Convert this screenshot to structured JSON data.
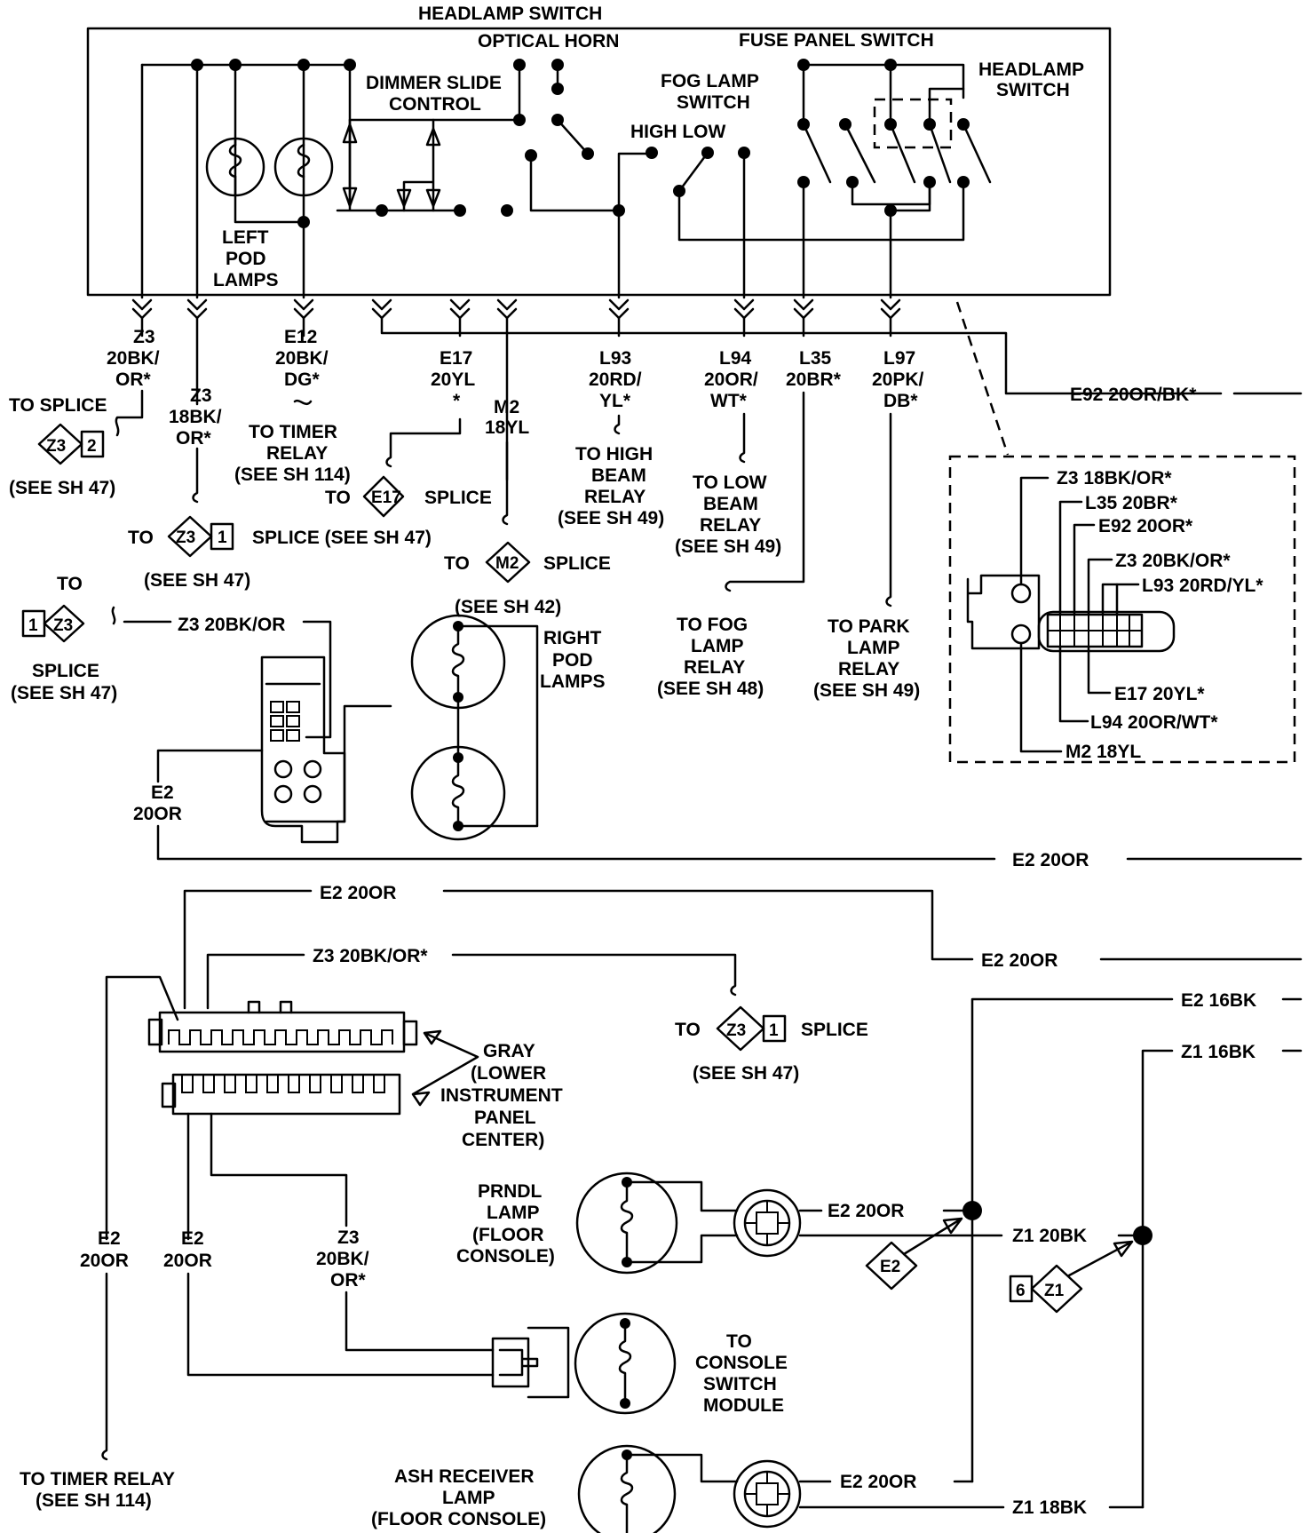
{
  "headlamp_switch_block": {
    "title": "HEADLAMP SWITCH",
    "optical_horn": "OPTICAL HORN",
    "fuse_panel_switch": "FUSE PANEL SWITCH",
    "headlamp_switch_label": [
      "HEADLAMP",
      "SWITCH"
    ],
    "dimmer_slide_control": [
      "DIMMER SLIDE",
      "CONTROL"
    ],
    "fog_lamp_switch": [
      "FOG LAMP",
      "SWITCH"
    ],
    "high_low": "HIGH LOW",
    "left_pod_lamps": [
      "LEFT",
      "POD",
      "LAMPS"
    ]
  },
  "wires": {
    "z3_20bk_or": [
      "Z3",
      "20BK/",
      "OR*"
    ],
    "z3_18bk_or": [
      "Z3",
      "18BK/",
      "OR*"
    ],
    "e12": [
      "E12",
      "20BK/",
      "DG*"
    ],
    "e17": [
      "E17",
      "20YL",
      "*"
    ],
    "m2": [
      "M2",
      "18YL"
    ],
    "l93": [
      "L93",
      "20RD/",
      "YL*"
    ],
    "l94": [
      "L94",
      "20OR/",
      "WT*"
    ],
    "l35": [
      "L35",
      "20BR*"
    ],
    "l97": [
      "L97",
      "20PK/",
      "DB*"
    ],
    "e92": "E92 20OR/BK*"
  },
  "destinations": {
    "to_splice": "TO SPLICE",
    "see_sh_47": "(SEE SH 47)",
    "see_sh_42": "(SEE SH 42)",
    "to_timer_relay": [
      "TO TIMER",
      "RELAY",
      "(SEE SH 114)"
    ],
    "to_high_beam": [
      "TO HIGH",
      "BEAM",
      "RELAY",
      "(SEE SH 49)"
    ],
    "to_low_beam": [
      "TO LOW",
      "BEAM",
      "RELAY",
      "(SEE SH 49)"
    ],
    "to_fog_lamp": [
      "TO FOG",
      "LAMP",
      "RELAY",
      "(SEE SH 48)"
    ],
    "to_park_lamp": [
      "TO PARK",
      "LAMP",
      "RELAY",
      "(SEE SH 49)"
    ],
    "to": "TO",
    "splice": "SPLICE",
    "splice_see_sh_47": "SPLICE (SEE SH 47)",
    "to_timer_relay_bottom": [
      "TO TIMER RELAY",
      "(SEE SH  114)"
    ]
  },
  "splice_symbols": {
    "z3": "Z3",
    "e17": "E17",
    "m2": "M2",
    "e2": "E2",
    "z1": "Z1",
    "n1": "1",
    "n2": "2",
    "n6": "6"
  },
  "middle": {
    "z3_20bk_or_plain": "Z3 20BK/OR",
    "right_pod_lamps": [
      "RIGHT",
      "POD",
      "LAMPS"
    ],
    "e2_20or_split": [
      "E2",
      "20OR"
    ],
    "e2_20or": "E2 20OR"
  },
  "connector_detail": {
    "pins": [
      "Z3 18BK/OR*",
      "L35 20BR*",
      "E92 20OR*",
      "Z3 20BK/OR*",
      "L93 20RD/YL*",
      "E17 20YL*",
      "L94 20OR/WT*",
      "M2 18YL"
    ]
  },
  "lower": {
    "e2_20or": "E2 20OR",
    "z3_20bk_or_star": "Z3 20BK/OR*",
    "e2_16bk": "E2 16BK",
    "z1_16bk": "Z1 16BK",
    "gray_connector": [
      "GRAY",
      "(LOWER",
      "INSTRUMENT",
      "PANEL",
      "CENTER)"
    ],
    "prndl_lamp": [
      "PRNDL",
      "LAMP",
      "(FLOOR",
      "CONSOLE)"
    ],
    "z1_20bk": "Z1 20BK",
    "to_console": [
      "TO",
      "CONSOLE",
      "SWITCH",
      "MODULE"
    ],
    "ash_receiver": [
      "ASH RECEIVER",
      "LAMP",
      "(FLOOR CONSOLE)"
    ],
    "z1_18bk": "Z1 18BK",
    "e2_split": [
      "E2",
      "20OR"
    ],
    "z3_split": [
      "Z3",
      "20BK/",
      "OR*"
    ]
  }
}
